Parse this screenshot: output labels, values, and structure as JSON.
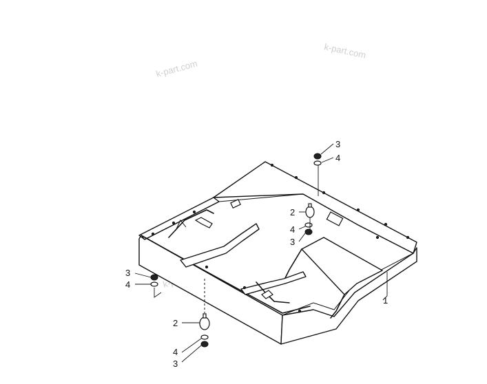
{
  "watermarks": [
    "k-part.com",
    "k-part.com",
    "k-part.com",
    "k-part.com"
  ],
  "callouts": [
    {
      "id": "top-3",
      "label": "3"
    },
    {
      "id": "top-4",
      "label": "4"
    },
    {
      "id": "mid-2",
      "label": "2"
    },
    {
      "id": "mid-4",
      "label": "4"
    },
    {
      "id": "mid-3",
      "label": "3"
    },
    {
      "id": "left-3",
      "label": "3"
    },
    {
      "id": "left-4",
      "label": "4"
    },
    {
      "id": "frame-1",
      "label": "1"
    },
    {
      "id": "low-2",
      "label": "2"
    },
    {
      "id": "low-4",
      "label": "4"
    },
    {
      "id": "low-3",
      "label": "3"
    }
  ]
}
